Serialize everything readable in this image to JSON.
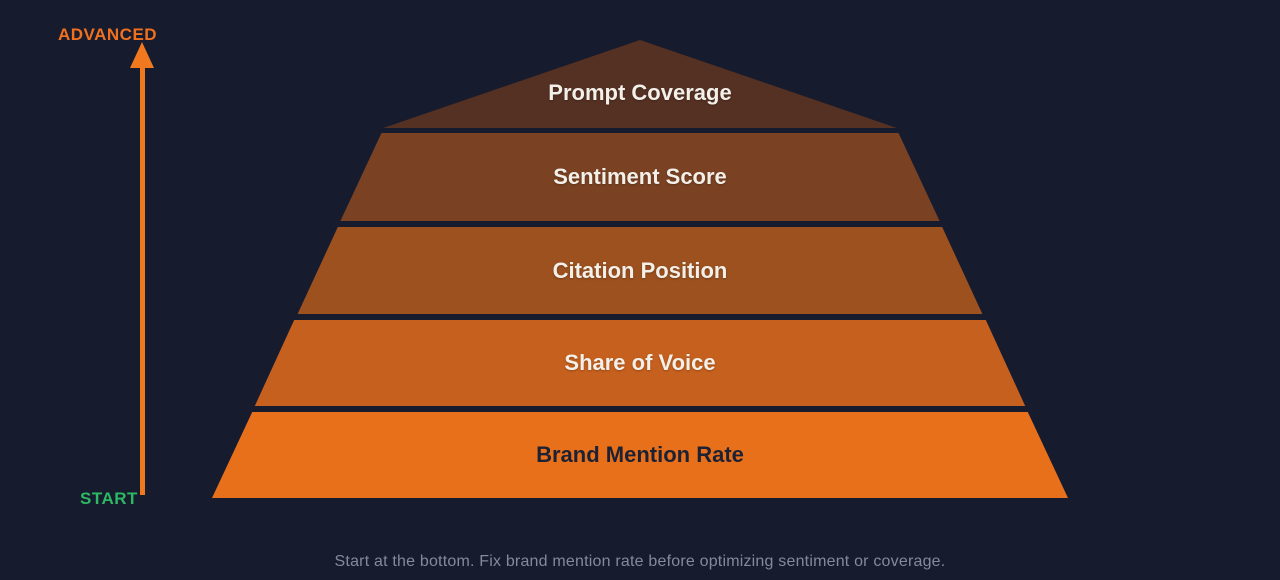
{
  "background_color": "#171b2e",
  "axis": {
    "top_label": "ADVANCED",
    "top_label_color": "#f0701e",
    "bottom_label": "START",
    "bottom_label_color": "#2db863",
    "arrow_color": "#f0781e",
    "direction": "up"
  },
  "pyramid": {
    "levels": [
      {
        "label": "Prompt Coverage",
        "color": "#553123",
        "text_color": "#f3efe9"
      },
      {
        "label": "Sentiment Score",
        "color": "#7a4223",
        "text_color": "#f3efe9"
      },
      {
        "label": "Citation Position",
        "color": "#9c511f",
        "text_color": "#f3efe9"
      },
      {
        "label": "Share of Voice",
        "color": "#c6601e",
        "text_color": "#f3efe9"
      },
      {
        "label": "Brand Mention Rate",
        "color": "#e9701a",
        "text_color": "#1d2134"
      }
    ]
  },
  "caption": {
    "text": "Start at the bottom. Fix brand mention rate before optimizing sentiment or coverage.",
    "color": "#828a9b"
  }
}
